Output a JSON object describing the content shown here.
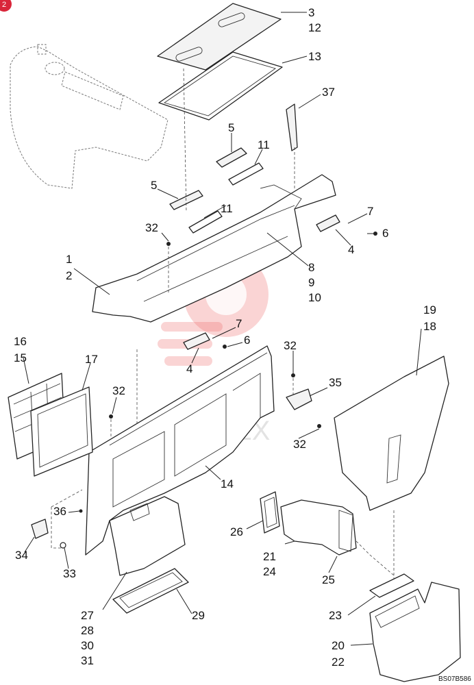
{
  "badge": {
    "text": "2",
    "color": "#d9263a"
  },
  "watermark": {
    "text": "ARITEX",
    "color": "#e04b4b"
  },
  "drawing_code": "BS07B586",
  "callouts": {
    "c3": "3",
    "c12": "12",
    "c13": "13",
    "c37": "37",
    "c5a": "5",
    "c11a": "11",
    "c5b": "5",
    "c11b": "11",
    "c7a": "7",
    "c6a": "6",
    "c4a": "4",
    "c32a": "32",
    "c1": "1",
    "c2": "2",
    "c8": "8",
    "c9": "9",
    "c10": "10",
    "c7b": "7",
    "c6b": "6",
    "c4b": "4",
    "c19": "19",
    "c18": "18",
    "c16": "16",
    "c15": "15",
    "c17": "17",
    "c32b": "32",
    "c32c": "32",
    "c35": "35",
    "c32d": "32",
    "c14": "14",
    "c36": "36",
    "c34": "34",
    "c33": "33",
    "c26": "26",
    "c21": "21",
    "c24": "24",
    "c25": "25",
    "c27": "27",
    "c28": "28",
    "c30": "30",
    "c31": "31",
    "c29": "29",
    "c23": "23",
    "c20": "20",
    "c22": "22"
  }
}
